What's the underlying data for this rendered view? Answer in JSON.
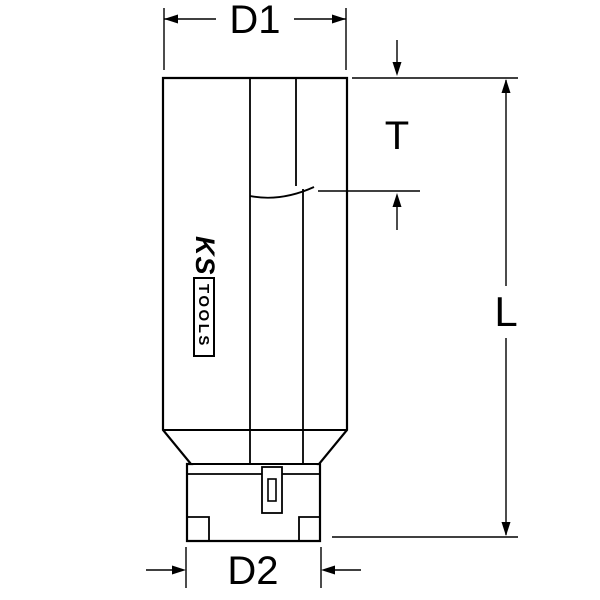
{
  "page": {
    "background": "#ffffff",
    "line_color": "#000000"
  },
  "diagram": {
    "type": "technical-drawing",
    "subject": "hexagon-impact-socket-side-view-with-dimension-callouts",
    "dimensions": {
      "d1": "D1",
      "t": "T",
      "l": "L",
      "d2": "D2"
    },
    "logo": {
      "brand": "KS",
      "suffix": "TOOLS"
    }
  }
}
